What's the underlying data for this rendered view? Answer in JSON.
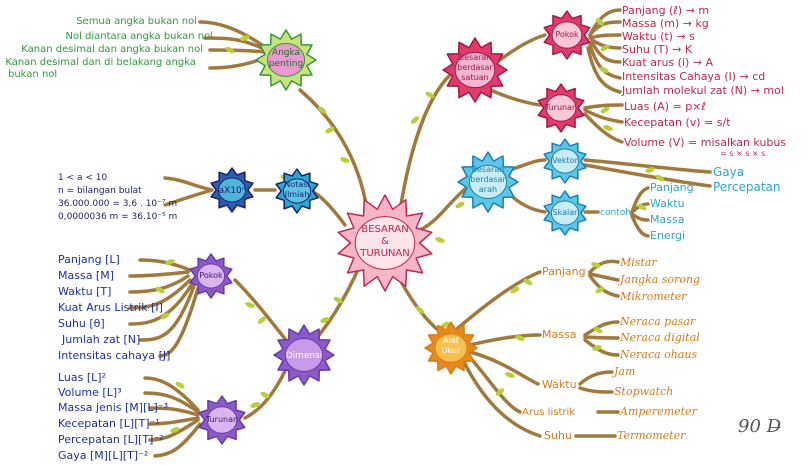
{
  "colors": {
    "branch": "#a07a3c",
    "leaf": "#b9cf3a",
    "red": "#e23b6a",
    "green": "#2e9a3b",
    "blue": "#1d2fa0",
    "purple": "#6a3aa8",
    "orange": "#d87a1a",
    "cyan": "#2aa6cf",
    "navy": "#1b1f6b"
  },
  "center": {
    "label1": "BESARAN",
    "label2": "&",
    "label3": "TURUNAN"
  },
  "nodes": {
    "angka_penting": {
      "label1": "Angka",
      "label2": "penting"
    },
    "notasi_ilmiah": {
      "label1": "Notasi",
      "label2": "Ilmiah"
    },
    "ax10n": {
      "label": "aX10ⁿ"
    },
    "besaran_satuan": {
      "label1": "Besaran",
      "label2": "berdasar",
      "label3": "satuan"
    },
    "pokok_top": {
      "label": "Pokok"
    },
    "turunan_top": {
      "label": "Turunan"
    },
    "besaran_arah": {
      "label1": "Besaran",
      "label2": "berdasar",
      "label3": "arah"
    },
    "vektor": {
      "label": "Vektor"
    },
    "skalar": {
      "label": "Skalar"
    },
    "dimensi": {
      "label": "Dimensi"
    },
    "pokok_dim": {
      "label": "Pokok"
    },
    "turunan_dim": {
      "label": "Turunan"
    },
    "alat_ukur": {
      "label1": "Alat",
      "label2": "Ukur"
    }
  },
  "angka_penting_rules": [
    "Semua angka bukan nol",
    "Nol diantara angka bukan nol",
    "Kanan desimal dan angka bukan nol",
    "Kanan desimal dan di belakang angka",
    "bukan nol"
  ],
  "notasi_lines": [
    "1 < a < 10",
    "n = bilangan bulat",
    "36.000.000 = 3,6 . 10⁻⁷ m",
    "0,0000036 m = 36.10⁻⁵ m"
  ],
  "pokok_satuan": [
    "Panjang (ℓ) → m",
    "Massa (m) → kg",
    "Waktu (t) → s",
    "Suhu (T) → K",
    "Kuat arus (i) → A",
    "Intensitas Cahaya (I) → cd",
    "Jumlah molekul zat (N) → mol"
  ],
  "turunan_satuan": [
    "Luas (A) = p×ℓ",
    "Kecepatan (v) = s/t",
    "Volume (V) = misalkan kubus",
    "= s × s × s"
  ],
  "vektor_items": [
    "Gaya",
    "Percepatan"
  ],
  "skalar_contoh": "contoh",
  "skalar_items": [
    "Panjang",
    "Waktu",
    "Massa",
    "Energi"
  ],
  "dimensi_pokok": [
    "Panjang [L]",
    "Massa [M]",
    "Waktu [T]",
    "Kuat Arus Listrik [I]",
    "Suhu [θ]",
    "Jumlah zat [N]",
    "Intensitas cahaya [J]"
  ],
  "dimensi_turunan": [
    "Luas [L]²",
    "Volume [L]³",
    "Massa jenis [M][L]⁻³",
    "Kecepatan [L][T]⁻¹",
    "Percepatan [L][T]⁻²",
    "Gaya [M][L][T]⁻²"
  ],
  "alat_ukur": {
    "panjang": {
      "label": "Panjang",
      "tools": [
        "Mistar",
        "Jangka sorong",
        "Mikrometer"
      ]
    },
    "massa": {
      "label": "Massa",
      "tools": [
        "Neraca pasar",
        "Neraca digital",
        "Neraca ohaus"
      ]
    },
    "waktu": {
      "label": "Waktu",
      "tools": [
        "Jam",
        "Stopwatch"
      ]
    },
    "arus": {
      "label": "Arus listrik",
      "tools": [
        "Amperemeter"
      ]
    },
    "suhu": {
      "label": "Suhu",
      "tools": [
        "Termometer"
      ]
    }
  },
  "signature": "90 D̶"
}
